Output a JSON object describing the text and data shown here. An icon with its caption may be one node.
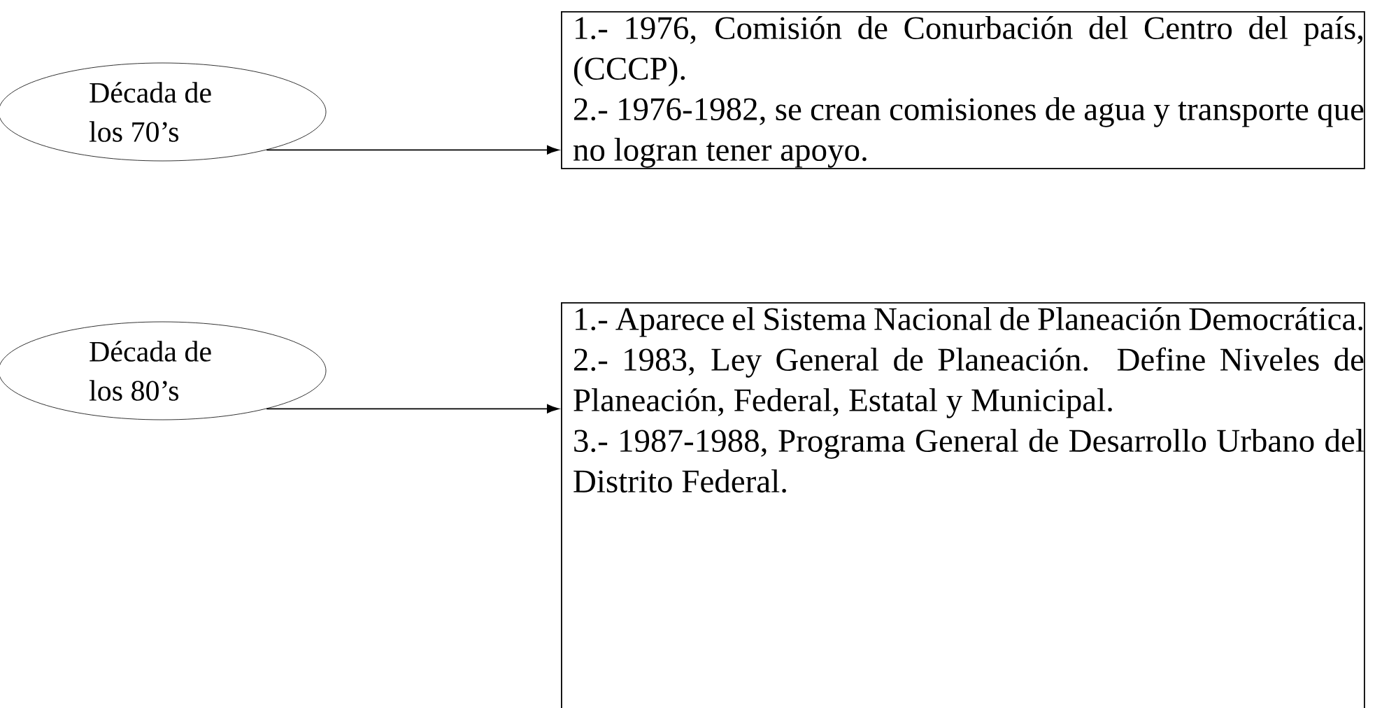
{
  "diagram": {
    "nodes": [
      {
        "text": [
          "Década de los 70’s"
        ]
      },
      {
        "text": [
          "1.- 1976, Comisión de Conurbación del Centro del país, (CCCP).",
          "2.- 1976-1982, se crean comisiones de agua y transporte que no logran tener apoyo."
        ]
      },
      {
        "text": [
          "Década de los 80’s"
        ]
      },
      {
        "text": [
          "1.- Aparece el Sistema Nacional de Planeación Democrática.",
          "2.- 1983, Ley General de Planeación. Define Niveles de Planeación, Federal, Estatal y Municipal.",
          "3.- 1987-1988, Programa General de Desarrollo Urbano del Distrito Federal."
        ]
      }
    ],
    "edges": [
      {
        "from": 0,
        "to": 1,
        "arrow": "to"
      },
      {
        "from": 2,
        "to": 3,
        "arrow": "to"
      }
    ]
  }
}
